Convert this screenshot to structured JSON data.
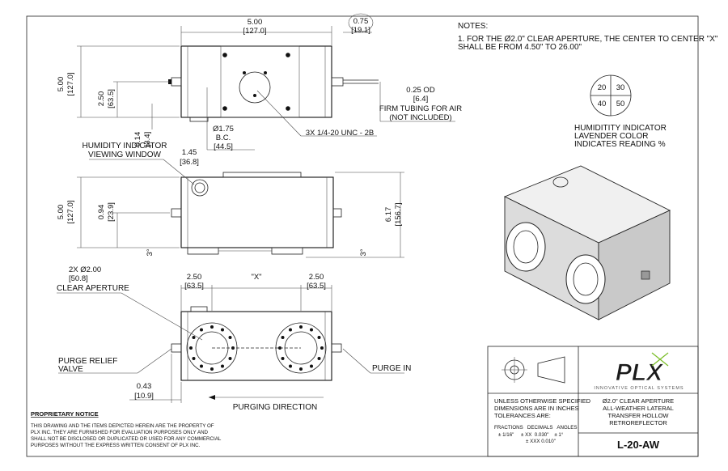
{
  "notes": {
    "heading": "NOTES:",
    "line1": "1. FOR THE Ø2.0\" CLEAR APERTURE, THE CENTER TO CENTER \"X\"",
    "line2": "SHALL BE FROM 4.50\" TO 26.00\""
  },
  "humidity": {
    "quadrants": [
      "20",
      "30",
      "40",
      "50"
    ],
    "caption": [
      "HUMIDITITY INDICATOR",
      "LAVENDER COLOR",
      "INDICATES READING %"
    ]
  },
  "top_view": {
    "width_in": "5.00",
    "width_mm": "[127.0]",
    "port_in": "0.75",
    "port_mm": "[19.1]",
    "height_in": "5.00",
    "height_mm": "[127.0]",
    "inner_in": "2.50",
    "inner_mm": "[63.5]",
    "small_in": "0.14",
    "small_mm": "[3.4]",
    "bc_in": "Ø1.75",
    "bc_label": "B.C.",
    "bc_mm": "[44.5]",
    "screws": "3X 1/4-20 UNC - 2B",
    "tubing": [
      "0.25 OD",
      "[6.4]",
      "FIRM TUBING FOR AIR",
      "(NOT INCLUDED)"
    ]
  },
  "side_view": {
    "window_label": [
      "HUMIDITY INDICATOR",
      "VIEWING WINDOW"
    ],
    "offset_in": "1.45",
    "offset_mm": "[36.8]",
    "height_in": "5.00",
    "height_mm": "[127.0]",
    "low_in": "0.94",
    "low_mm": "[23.9]",
    "overall_in": "6.17",
    "overall_mm": "[156.7]",
    "angle": "3°"
  },
  "front_view": {
    "aperture_count": "2X Ø2.00",
    "aperture_mm": "[50.8]",
    "aperture_label": "CLEAR APERTURE",
    "left_in": "2.50",
    "left_mm": "[63.5]",
    "x_label": "\"X\"",
    "right_in": "2.50",
    "right_mm": "[63.5]",
    "relief_label": [
      "PURGE RELIEF",
      "VALVE"
    ],
    "purge_in": "PURGE IN",
    "edge_in": "0.43",
    "edge_mm": "[10.9]",
    "direction": "PURGING DIRECTION"
  },
  "proprietary": {
    "heading": "PROPRIETARY NOTICE",
    "lines": [
      "THIS DRAWING AND THE ITEMS DEPICTED HEREIN ARE THE PROPERTY OF",
      "PLX INC. THEY ARE FURNISHED FOR EVALUATION PURPOSES ONLY AND",
      "SHALL NOT BE DISCLOSED OR DUPLICATED OR USED FOR ANY COMMERCIAL",
      "PURPOSES WITHOUT THE EXPRESS WRITTEN CONSENT OF PLX INC."
    ]
  },
  "title_block": {
    "logo": "PLX",
    "tagline": "INNOVATIVE OPTICAL SYSTEMS",
    "tolerance": [
      "UNLESS OTHERWISE SPECIFIED",
      "DIMENSIONS ARE IN INCHES",
      "TOLERANCES ARE:"
    ],
    "tol_headers": "FRACTIONS   DECIMALS   ANGLES",
    "tol_row1": "± 1/16\"     ± XX  0.030\"    ± 1°",
    "tol_row2": "± XXX 0.010\"",
    "description": [
      "Ø2.0\" CLEAR APERTURE",
      "ALL-WEATHER LATERAL",
      "TRANSFER HOLLOW",
      "RETROREFLECTOR"
    ],
    "part_number": "L-20-AW",
    "logo_color": "#1a1a1a",
    "accent_color": "#7cbf2a"
  }
}
